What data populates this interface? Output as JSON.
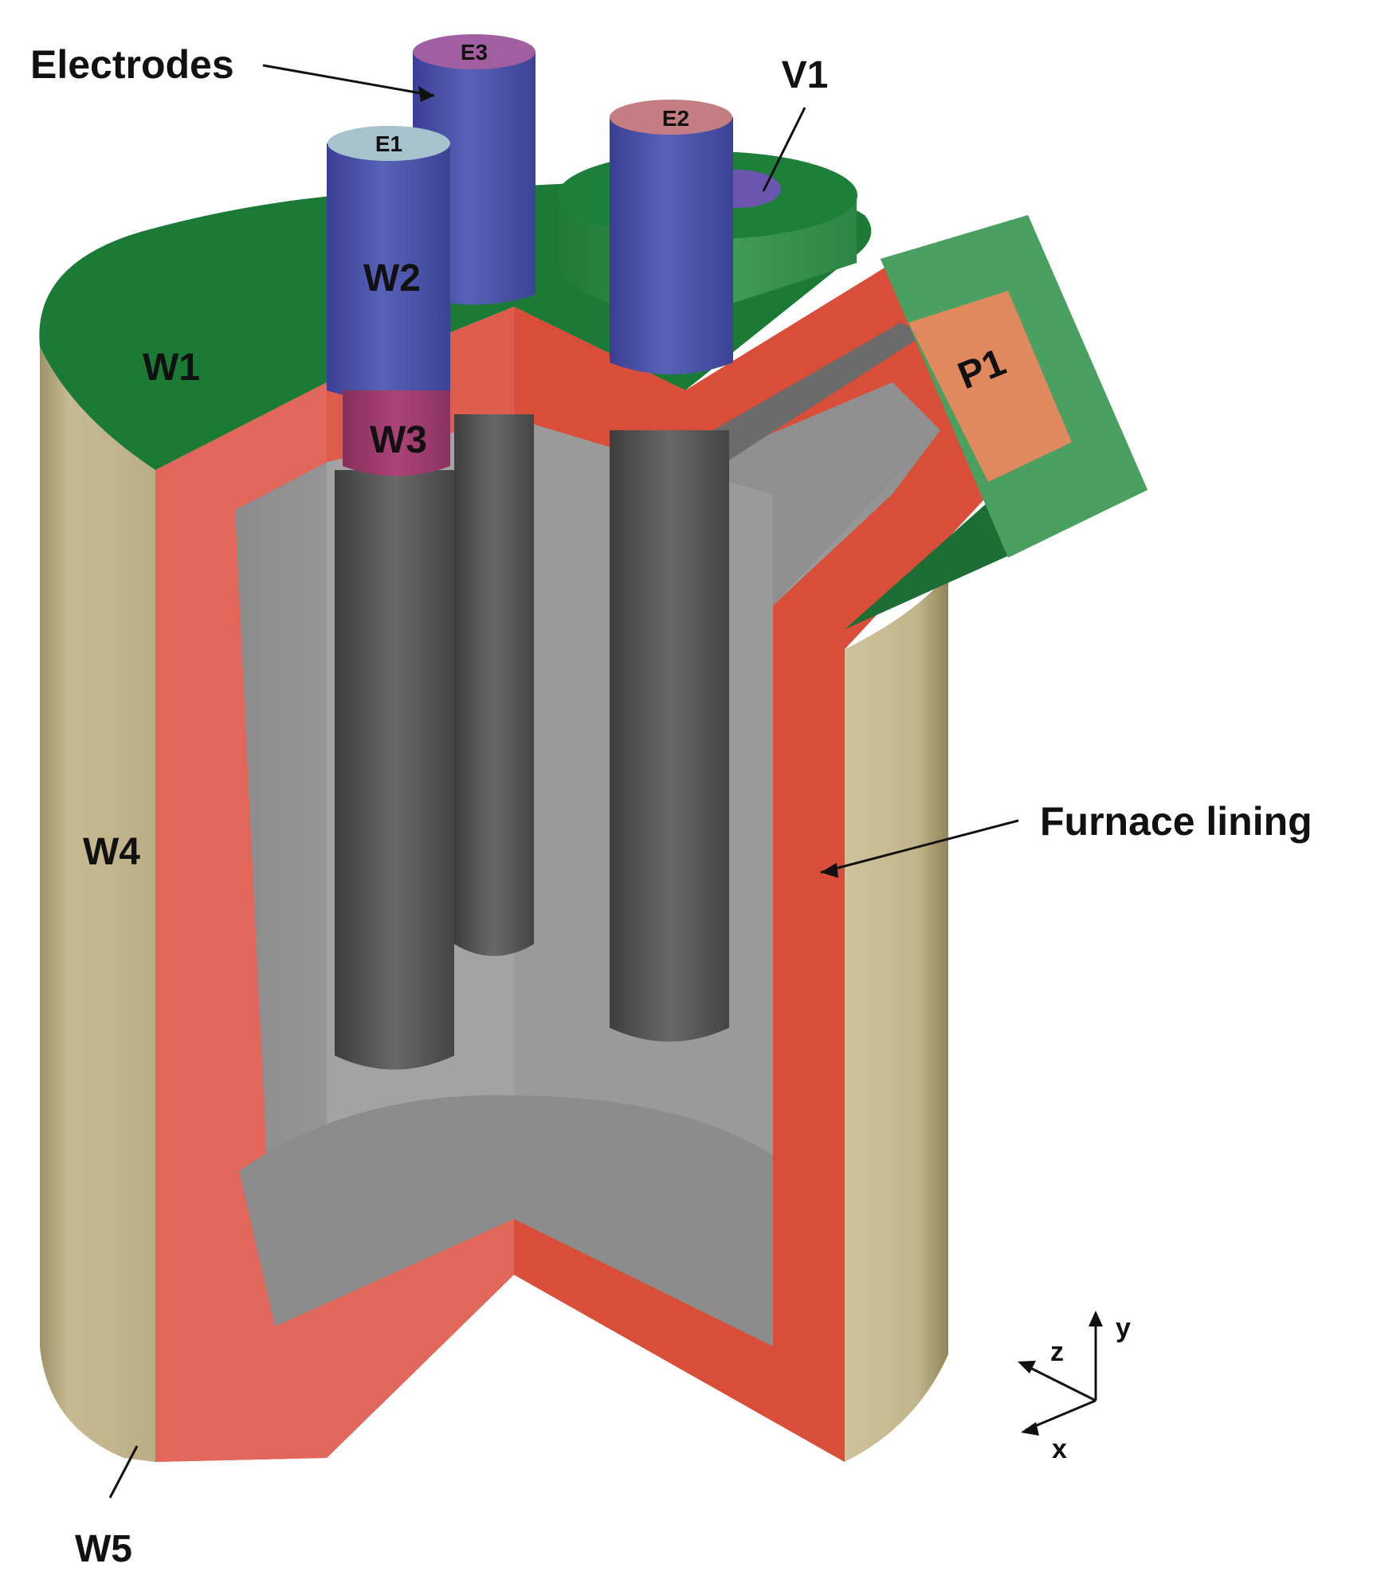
{
  "labels": {
    "electrodes": "Electrodes",
    "e1": "E1",
    "e2": "E2",
    "e3": "E3",
    "v1": "V1",
    "w1": "W1",
    "w2": "W2",
    "w3": "W3",
    "w4": "W4",
    "w5": "W5",
    "p1": "P1",
    "furnace_lining": "Furnace lining"
  },
  "axes": {
    "x": "x",
    "y": "y",
    "z": "z"
  },
  "colors": {
    "green_roof": "#1d7d38",
    "green_light": "#45a05a",
    "lining_red": "#d9533f",
    "lining_light": "#e0675a",
    "shell_tan": "#c5b890",
    "electrode_blue": "#4f5bb0",
    "electrode_grey": "#585858",
    "cavity_grey": "#9a9a9a",
    "e1_cap": "#a6c2cc",
    "e2_cap": "#c47e82",
    "e3_cap": "#a15ea0",
    "w3_band": "#a83c6e",
    "v1_inner": "#6a55b0",
    "p1_face": "#e0895f"
  }
}
